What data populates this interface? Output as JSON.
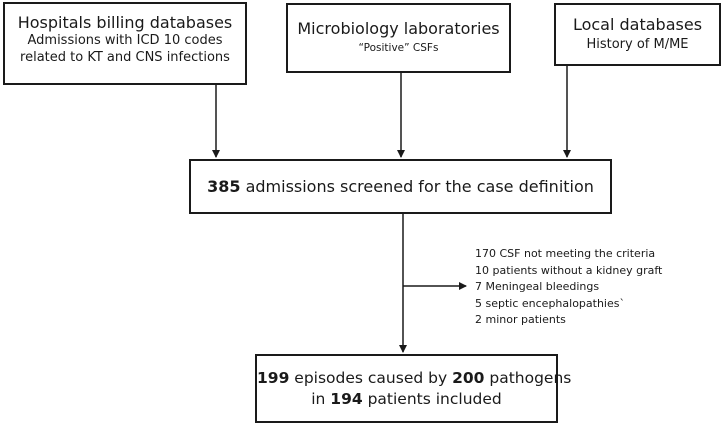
{
  "sources": {
    "hospitals": {
      "title": "Hospitals billing databases",
      "line1": "Admissions with ICD 10 codes",
      "line2": "related to KT and CNS infections"
    },
    "microbiology": {
      "title": "Microbiology laboratories",
      "subtitle": "“Positive” CSFs"
    },
    "local": {
      "title": "Local databases",
      "subtitle": "History of M/ME"
    }
  },
  "screened": {
    "count": "385",
    "text": " admissions screened for the case definition"
  },
  "exclusions": [
    "170 CSF not meeting the criteria",
    "10 patients without a kidney graft",
    "7 Meningeal bleedings",
    "5 septic encephalopathies`",
    "2 minor patients"
  ],
  "included": {
    "episodes": "199",
    "text1": " episodes  caused by ",
    "pathogens": "200",
    "text2": " pathogens",
    "text3": "in ",
    "patients": "194",
    "text4": " patients included"
  }
}
